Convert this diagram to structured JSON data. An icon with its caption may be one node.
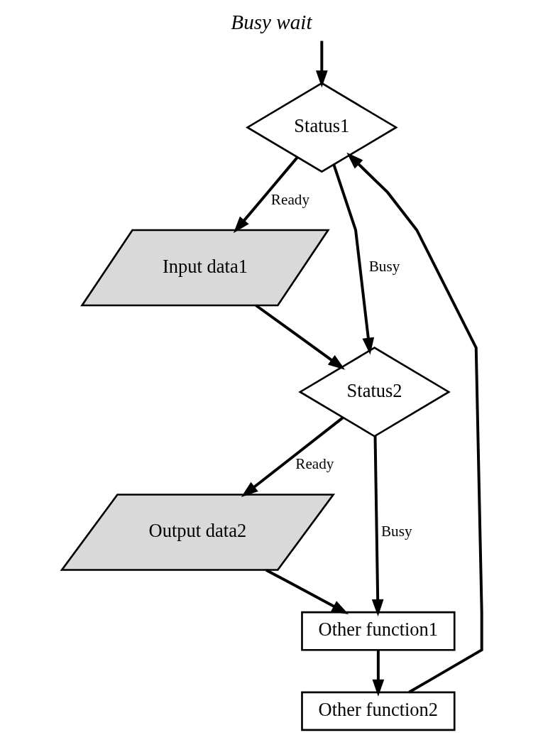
{
  "diagram": {
    "title": "Busy wait",
    "nodes": [
      {
        "text": [
          "Status1"
        ]
      },
      {
        "text": [
          "Input data1"
        ]
      },
      {
        "text": [
          "Status2"
        ]
      },
      {
        "text": [
          "Output data2"
        ]
      },
      {
        "text": [
          "Other function1"
        ]
      },
      {
        "text": [
          "Other function2"
        ]
      }
    ],
    "edges": [
      {
        "from": null,
        "to": 0,
        "arrow": "to"
      },
      {
        "from": 0,
        "to": 1,
        "arrow": "to",
        "label": "Ready"
      },
      {
        "from": 0,
        "to": 2,
        "arrow": "to",
        "label": "Busy"
      },
      {
        "from": 1,
        "to": 2,
        "arrow": "to"
      },
      {
        "from": 2,
        "to": 3,
        "arrow": "to",
        "label": "Ready"
      },
      {
        "from": 2,
        "to": 4,
        "arrow": "to",
        "label": "Busy"
      },
      {
        "from": 3,
        "to": 4,
        "arrow": "to"
      },
      {
        "from": 4,
        "to": 5,
        "arrow": "to"
      },
      {
        "from": 5,
        "to": 0,
        "arrow": "to"
      }
    ]
  }
}
